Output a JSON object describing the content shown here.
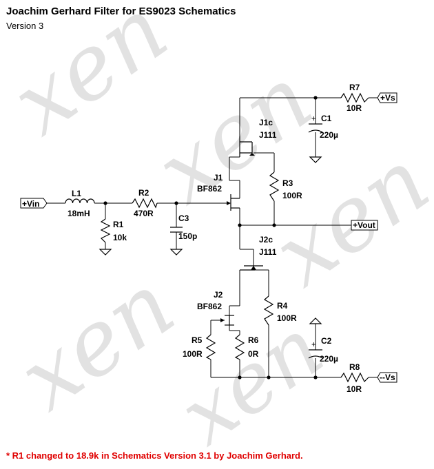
{
  "title": "Joachim Gerhard Filter for ES9023 Schematics",
  "version": "Version 3",
  "watermark": "xen",
  "footnote": "* R1 changed to 18.9k in Schematics Version 3.1 by Joachim Gerhard.",
  "colors": {
    "footnote": "#e00000",
    "line": "#000000",
    "watermark": "#d9d9d9"
  },
  "ports": {
    "vin": "+Vin",
    "vout": "+Vout",
    "vs_pos": "+Vs",
    "vs_neg": "--Vs"
  },
  "components": {
    "L1": {
      "name": "L1",
      "value": "18mH"
    },
    "R1": {
      "name": "R1",
      "value": "10k"
    },
    "R2": {
      "name": "R2",
      "value": "470R"
    },
    "C3": {
      "name": "C3",
      "value": "150p"
    },
    "J1": {
      "name": "J1",
      "value": "BF862"
    },
    "J1c": {
      "name": "J1c",
      "value": "J111"
    },
    "R3": {
      "name": "R3",
      "value": "100R"
    },
    "C1": {
      "name": "C1",
      "value": "220µ"
    },
    "R7": {
      "name": "R7",
      "value": "10R"
    },
    "J2c": {
      "name": "J2c",
      "value": "J111"
    },
    "J2": {
      "name": "J2",
      "value": "BF862"
    },
    "R4": {
      "name": "R4",
      "value": "100R"
    },
    "R5": {
      "name": "R5",
      "value": "100R"
    },
    "R6": {
      "name": "R6",
      "value": "0R"
    },
    "C2": {
      "name": "C2",
      "value": "220µ"
    },
    "R8": {
      "name": "R8",
      "value": "10R"
    }
  }
}
